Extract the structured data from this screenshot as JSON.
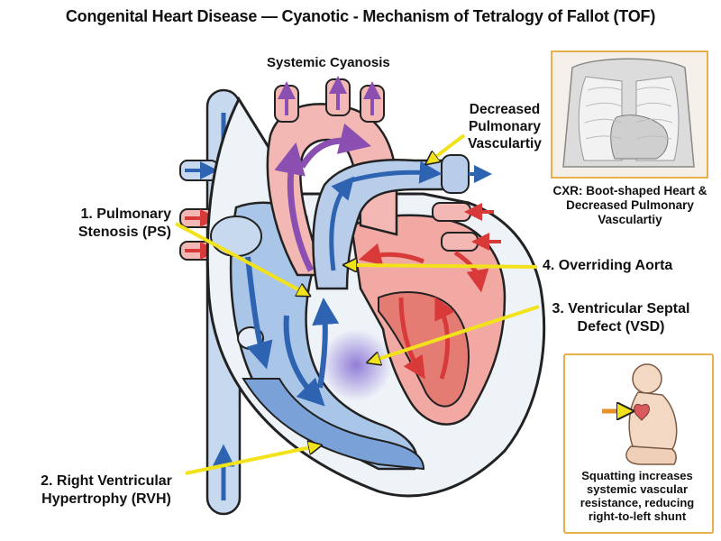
{
  "title": "Congenital Heart Disease — Cyanotic - Mechanism of Tetralogy of Fallot (TOF)",
  "labels": {
    "systemic_cyanosis": "Systemic Cyanosis",
    "decreased_vasc_line1": "Decreased",
    "decreased_vasc_line2": "Pulmonary",
    "decreased_vasc_line3": "Vasculartiy",
    "ps_line1": "1. Pulmonary",
    "ps_line2": "Stenosis (PS)",
    "overriding_aorta": "4. Overriding Aorta",
    "vsd_line1": "3. Ventricular Septal",
    "vsd_line2": "Defect (VSD)",
    "rvh_line1": "2. Right Ventricular",
    "rvh_line2": "Hypertrophy (RVH)"
  },
  "cxr_panel": {
    "caption_line1": "CXR: Boot-shaped Heart &",
    "caption_line2": "Decreased Pulmonary",
    "caption_line3": "Vasculartiy"
  },
  "squat_panel": {
    "caption_line1": "Squatting increases",
    "caption_line2": "systemic vascular",
    "caption_line3": "resistance, reducing",
    "caption_line4": "right-to-left shunt"
  },
  "colors": {
    "deoxygenated": "#3f78c0",
    "oxygenated": "#e04a4a",
    "mixed": "#8a4fb0",
    "pointer": "#f2e21b",
    "panel_border": "#e8b04b"
  }
}
